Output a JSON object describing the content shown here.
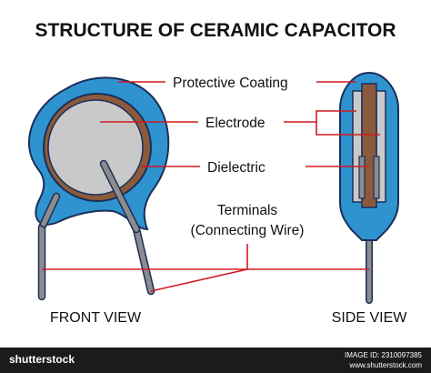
{
  "title": "STRUCTURE OF CERAMIC CAPACITOR",
  "labels": {
    "protective_coating": "Protective Coating",
    "electrode": "Electrode",
    "dielectric": "Dielectric",
    "terminals_line1": "Terminals",
    "terminals_line2": "(Connecting Wire)"
  },
  "views": {
    "front": "FRONT VIEW",
    "side": "SIDE VIEW"
  },
  "footer": {
    "brand": "shutterstock",
    "image_id": "IMAGE ID: 2310097385",
    "site": "www.shutterstock.com"
  },
  "colors": {
    "coating": "#2f93d0",
    "coating_outline": "#1a2f5a",
    "dielectric": "#8b5a3c",
    "electrode": "#c9c9c9",
    "wire": "#8c8c8c",
    "leader_line": "#d11a22",
    "footer_bg": "#1b1b1b"
  }
}
